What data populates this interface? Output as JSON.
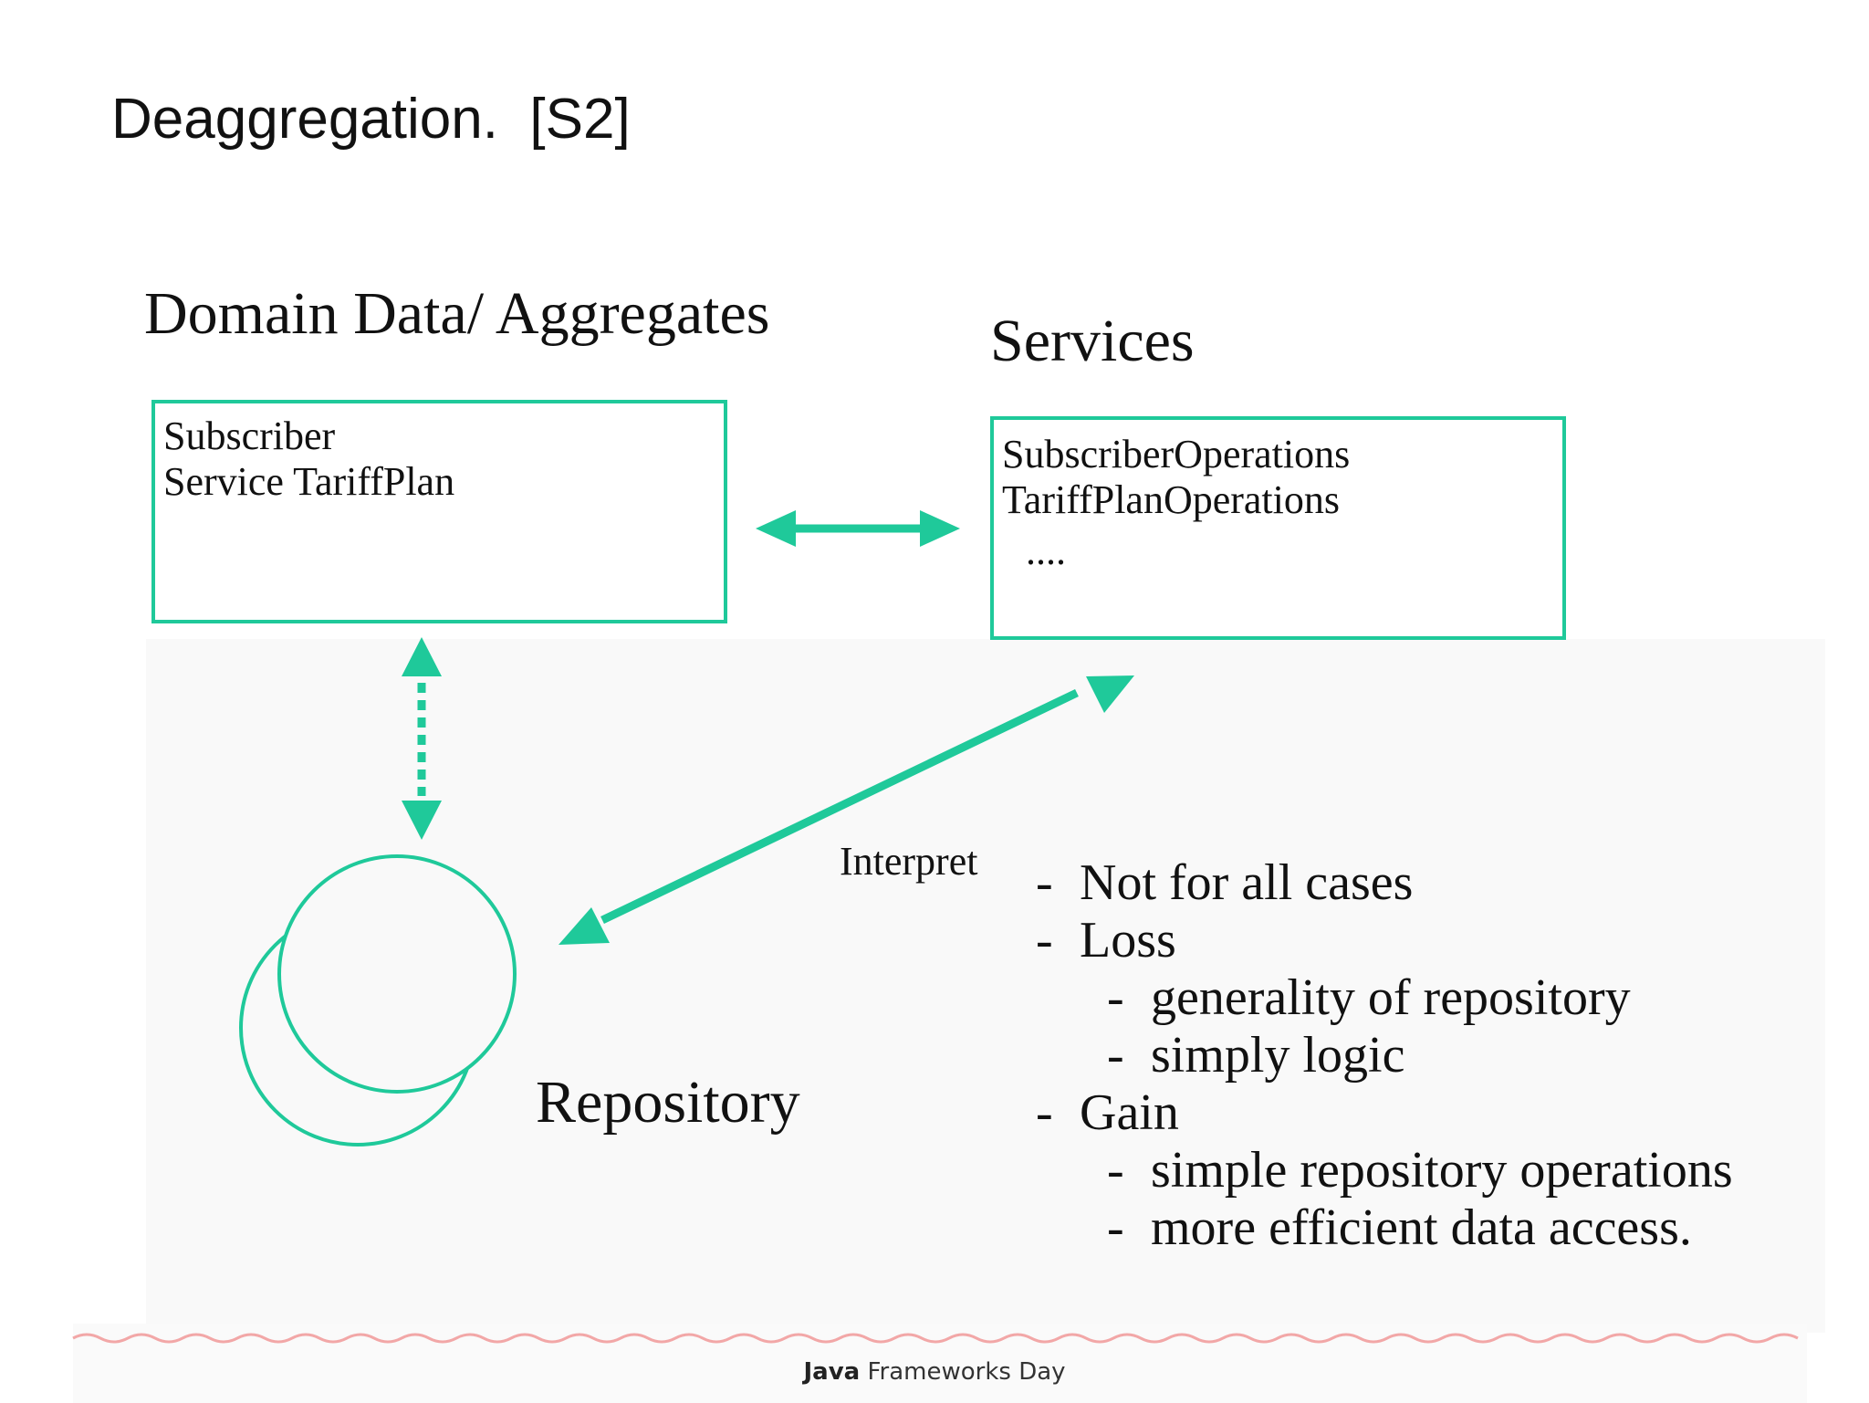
{
  "title": "Deaggregation.  [S2]",
  "domain": {
    "heading": "Domain Data/ Aggregates",
    "lines": [
      "Subscriber",
      "Service TariffPlan"
    ]
  },
  "services": {
    "heading": "Services",
    "lines": [
      "SubscriberOperations",
      "TariffPlanOperations",
      "...."
    ]
  },
  "repository": {
    "label": "Repository"
  },
  "interpret": {
    "label": "Interpret"
  },
  "bullets": [
    {
      "text": "Not for all cases",
      "level": 0
    },
    {
      "text": "Loss",
      "level": 0
    },
    {
      "text": "generality of repository",
      "level": 1
    },
    {
      "text": "simply logic",
      "level": 1
    },
    {
      "text": "Gain",
      "level": 0
    },
    {
      "text": "simple repository operations",
      "level": 1
    },
    {
      "text": "more efficient data access.",
      "level": 1
    }
  ],
  "footer": {
    "brand": "Java",
    "rest": "Frameworks Day"
  },
  "colors": {
    "accent": "#1fc99a",
    "wave": "#f2a7a7"
  }
}
